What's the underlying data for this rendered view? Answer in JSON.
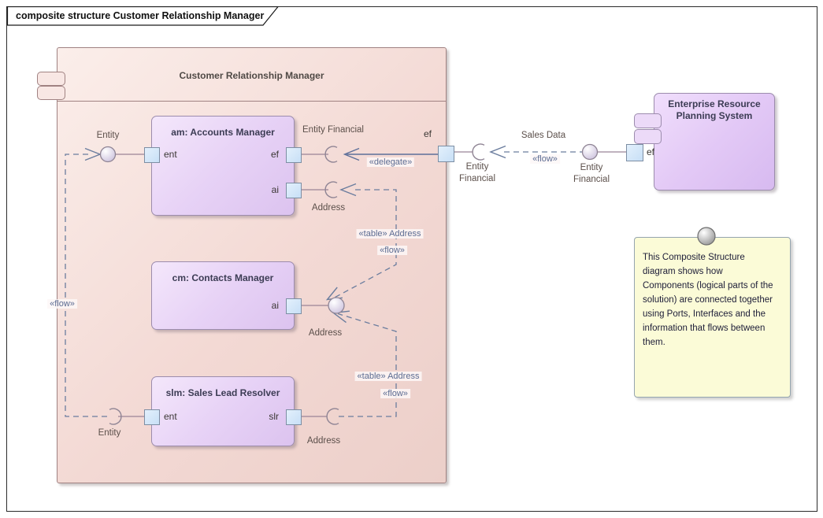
{
  "tab": {
    "title": "composite structure Customer Relationship Manager"
  },
  "crm": {
    "title": "Customer Relationship Manager",
    "boundary_port_label": "ef",
    "parts": {
      "am": {
        "title": "am: Accounts Manager",
        "ports": {
          "ent": "ent",
          "ef": "ef",
          "ai": "ai"
        }
      },
      "cm": {
        "title": "cm: Contacts Manager",
        "ports": {
          "ai": "ai"
        }
      },
      "slm": {
        "title": "slm: Sales Lead Resolver",
        "ports": {
          "ent": "ent",
          "slr": "slr"
        }
      }
    }
  },
  "erp": {
    "title_lines": [
      "Enterprise Resource",
      "Planning System"
    ],
    "port_label": "ef"
  },
  "interfaces": {
    "entity_am": "Entity",
    "entity_financial_am": "Entity Financial",
    "address_am": "Address",
    "address_cm": "Address",
    "address_slm": "Address",
    "entity_slm": "Entity",
    "entity_financial_boundary": [
      "Entity",
      "Financial"
    ],
    "entity_financial_erp": [
      "Entity",
      "Financial"
    ]
  },
  "flows": {
    "flow_left": "«flow»",
    "delegate": "«delegate»",
    "table_address_upper": "«table» Address",
    "flow_upper": "«flow»",
    "table_address_lower": "«table» Address",
    "flow_lower": "«flow»",
    "sales_data": "Sales Data",
    "flow_sales": "«flow»"
  },
  "note": {
    "lines": [
      "This Composite Structure",
      "diagram shows how",
      "Components (logical parts of the",
      "solution) are connected together",
      "using Ports, Interfaces and the",
      "information that flows between",
      "them."
    ]
  },
  "colors": {
    "container_fill": "#f6dcd8",
    "part_fill": "#e9d5f7",
    "erp_fill": "#e5cdf7",
    "port_fill": "#d2e6f8",
    "note_fill": "#fbfbd7",
    "connector_solid": "#9b8496",
    "connector_flow": "#6b7d9e",
    "delegate_line": "#5d6f99"
  }
}
